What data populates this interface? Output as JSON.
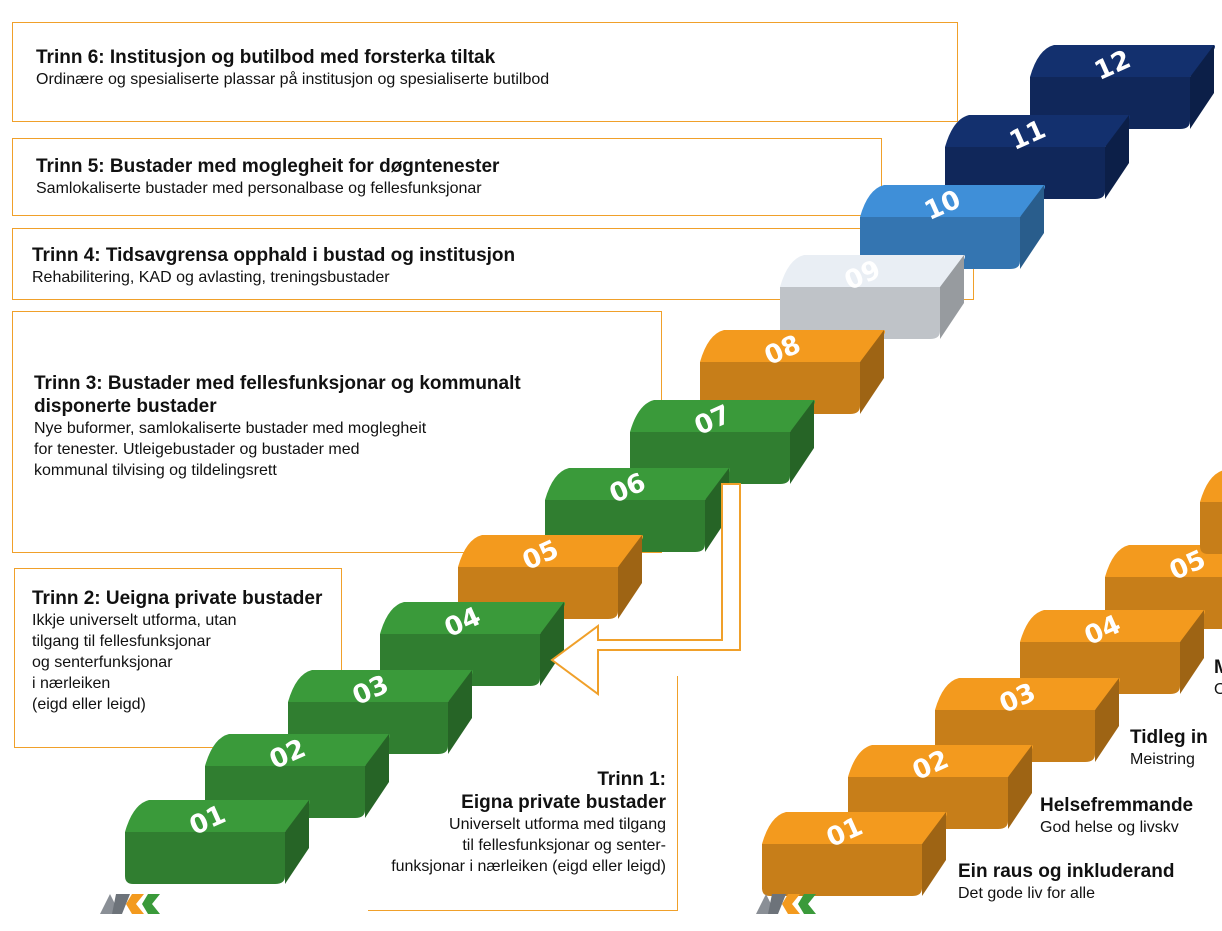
{
  "left": {
    "tiers": [
      {
        "title": "Trinn 6: Institusjon og butilbod med forsterka tiltak",
        "desc": "Ordinære og spesialiserte plassar på institusjon og spesialiserte butilbod"
      },
      {
        "title": "Trinn 5: Bustader med moglegheit for døgntenester",
        "desc": "Samlokaliserte bustader med personalbase og fellesfunksjonar"
      },
      {
        "title": "Trinn 4: Tidsavgrensa opphald i bustad og institusjon",
        "desc": "Rehabilitering, KAD og avlasting, treningsbustader"
      },
      {
        "title_l1": "Trinn 3: Bustader med fellesfunksjonar og kommunalt",
        "title_l2": "disponerte bustader",
        "desc_l1": "Nye buformer, samlokaliserte bustader med moglegheit",
        "desc_l2": "for tenester. Utleigebustader og bustader med",
        "desc_l3": "kommunal tilvising og tildelingsrett"
      },
      {
        "title": "Trinn 2: Ueigna private bustader",
        "desc_l1": "Ikkje universelt utforma, utan",
        "desc_l2": "tilgang til fellesfunksjonar",
        "desc_l3": "og senterfunksjonar",
        "desc_l4": "i nærleiken",
        "desc_l5": "(eigd eller leigd)"
      },
      {
        "title_l1": "Trinn 1:",
        "title_l2": "Eigna private bustader",
        "desc_l1": "Universelt utforma med tilgang",
        "desc_l2": "til fellesfunksjonar og senter-",
        "desc_l3": "funksjonar i nærleiken (eigd eller leigd)"
      }
    ],
    "steps": [
      "01",
      "02",
      "03",
      "04",
      "05",
      "06",
      "07",
      "08",
      "09",
      "10",
      "11",
      "12"
    ]
  },
  "right": {
    "steps": [
      "01",
      "02",
      "03",
      "04",
      "05"
    ],
    "labels": [
      {
        "title": "M",
        "desc": "O"
      },
      {
        "title": "Tidleg in",
        "desc": "Meistring"
      },
      {
        "title": "Helsefremmande",
        "desc": "God helse og livskv"
      },
      {
        "title": "Ein raus og inkluderand",
        "desc": "Det gode liv for alle"
      }
    ]
  },
  "colors": {
    "green": "#3a9a3a",
    "orange": "#f39a1e",
    "white": "#e9eef4",
    "light_blue": "#3f8fd8",
    "navy": "#13306e",
    "box_border": "#f0a02a"
  },
  "icons": {
    "logo": "akk-logo-icon",
    "arrow": "left-arrow-icon"
  }
}
